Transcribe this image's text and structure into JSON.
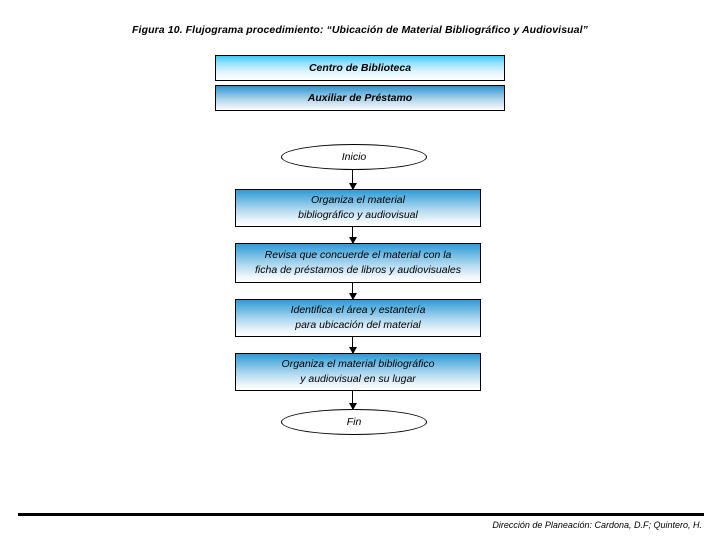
{
  "figure": {
    "title": "Figura 10. Flujograma procedimiento: “Ubicación de Material Bibliográfico y Audiovisual”"
  },
  "headers": [
    {
      "label": "Centro de Biblioteca"
    },
    {
      "label": "Auxiliar de Préstamo"
    }
  ],
  "flow": {
    "start": {
      "label": "Inicio"
    },
    "end": {
      "label": "Fin"
    },
    "steps": [
      {
        "line1": "Organiza el material",
        "line2": "bibliográfico y audiovisual"
      },
      {
        "line1": "Revisa que concuerde el material con la",
        "line2": "ficha de préstamos de libros y audiovisuales"
      },
      {
        "line1": "Identifica el área y estantería",
        "line2": "para ubicación del material"
      },
      {
        "line1": "Organiza el material bibliográfico",
        "line2": "y audiovisual en su lugar"
      }
    ]
  },
  "footer": {
    "credit": "Dirección de Planeación: Cardona, D.F; Quintero, H."
  },
  "colors": {
    "header_top": "#3cc8f5",
    "header2_top": "#2f90cc",
    "process_top": "#2e9ad6",
    "box_bottom": "#ffffff",
    "stroke": "#000000"
  }
}
